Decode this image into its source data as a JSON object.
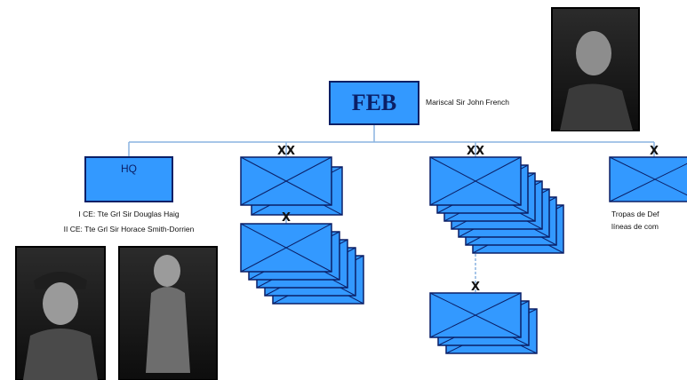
{
  "root": {
    "label": "FEB",
    "commander": "Mariscal Sir John French"
  },
  "hq": {
    "label": "HQ",
    "corps": [
      "I CE: Tte Grl Sir Douglas Haig",
      "II CE: Tte Grl Sir Horace Smith-Dorrien"
    ]
  },
  "units": {
    "div_group_1": {
      "echelon_mark": "XX",
      "type": "infantry"
    },
    "brig_group_1": {
      "echelon_mark": "X",
      "type": "infantry"
    },
    "div_group_2": {
      "echelon_mark": "XX",
      "type": "infantry"
    },
    "brig_group_2": {
      "echelon_mark": "X",
      "type": "infantry"
    },
    "brig_group_3": {
      "echelon_mark": "X",
      "type": "infantry"
    }
  },
  "line_troops": {
    "lines": [
      "Tropas de Def",
      "líneas de com"
    ]
  },
  "photos": {
    "root_commander": "portrait-photo",
    "corps_1": "portrait-photo",
    "corps_2": "portrait-photo"
  },
  "colors": {
    "unit_fill": "#3399ff",
    "unit_stroke": "#0b1f66",
    "connector": "#8ab3e0"
  }
}
